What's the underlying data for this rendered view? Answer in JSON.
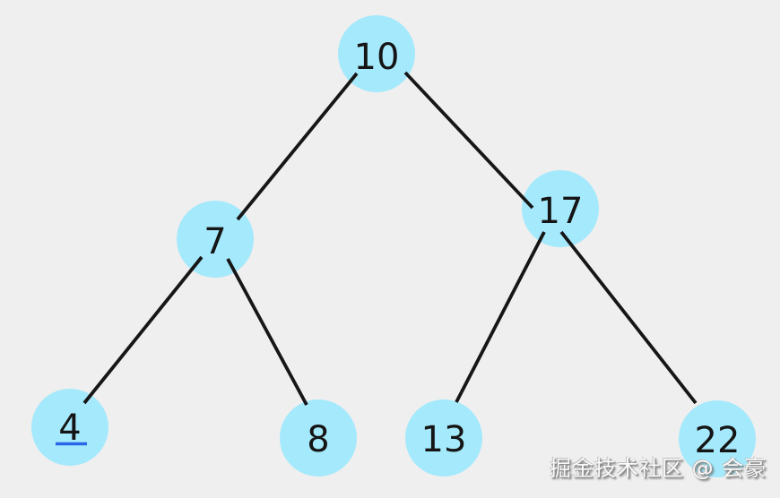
{
  "diagram": {
    "type": "binary-search-tree",
    "nodes": [
      {
        "id": "10",
        "value": "10",
        "underlined": false
      },
      {
        "id": "7",
        "value": "7",
        "underlined": false
      },
      {
        "id": "17",
        "value": "17",
        "underlined": false
      },
      {
        "id": "4",
        "value": "4",
        "underlined": true
      },
      {
        "id": "8",
        "value": "8",
        "underlined": false
      },
      {
        "id": "13",
        "value": "13",
        "underlined": false
      },
      {
        "id": "22",
        "value": "22",
        "underlined": false
      }
    ],
    "edges": [
      {
        "from": "10",
        "to": "7"
      },
      {
        "from": "10",
        "to": "17"
      },
      {
        "from": "7",
        "to": "4"
      },
      {
        "from": "7",
        "to": "8"
      },
      {
        "from": "17",
        "to": "13"
      },
      {
        "from": "17",
        "to": "22"
      }
    ]
  },
  "watermark": {
    "text": "掘金技术社区 @ 会豪"
  },
  "colors": {
    "background": "#efefef",
    "node_fill": "#a5e9fc",
    "edge_stroke": "#161616",
    "node_text": "#151515",
    "underline": "#2a66e8",
    "watermark_text": "#fafafa"
  }
}
